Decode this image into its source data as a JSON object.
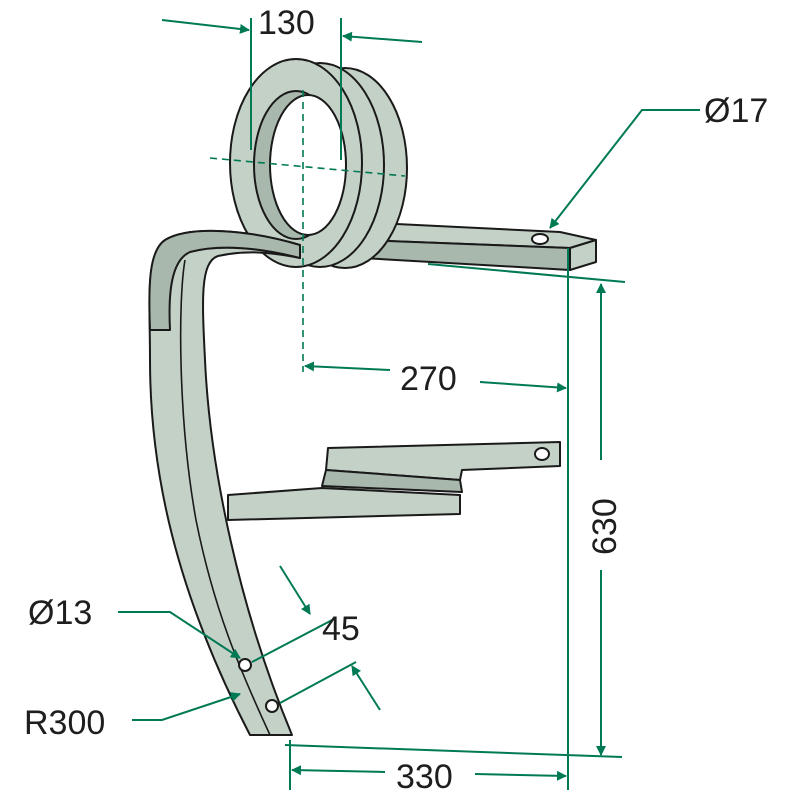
{
  "colors": {
    "part_fill": "#c4d1c6",
    "part_shade": "#a9b8ac",
    "outline": "#1a1a1a",
    "dimension": "#007a55"
  },
  "dimensions": {
    "coil_width": "130",
    "mount_hole": "Ø17",
    "offset": "270",
    "height": "630",
    "tip_hole": "Ø13",
    "hole_spacing": "45",
    "radius": "R300",
    "tip_reach": "330"
  }
}
